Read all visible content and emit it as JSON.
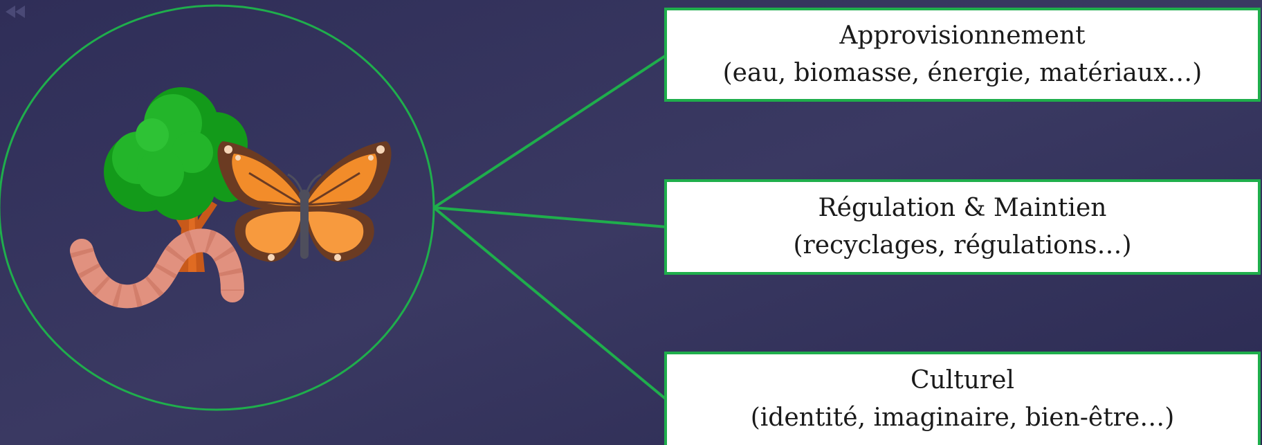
{
  "colors": {
    "background_dark": "#2d2c55",
    "background_light": "#3a3962",
    "accent_green": "#1fae4c",
    "box_fill": "#ffffff",
    "text": "#1a1a1a"
  },
  "hub": {
    "icons": [
      "tree-icon",
      "butterfly-icon",
      "earthworm-icon"
    ]
  },
  "services": [
    {
      "title": "Approvisionnement",
      "detail": "(eau, biomasse, énergie, matériaux…)"
    },
    {
      "title": "Régulation & Maintien",
      "detail": "(recyclages, régulations…)"
    },
    {
      "title": "Culturel",
      "detail": "(identité, imaginaire, bien-être…)"
    }
  ]
}
